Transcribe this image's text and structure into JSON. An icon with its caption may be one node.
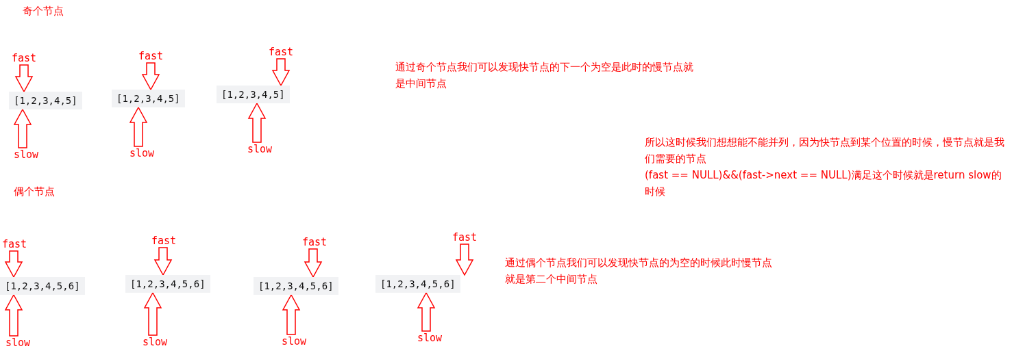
{
  "diagram": {
    "nodes": [
      {
        "text": [
          "fast"
        ]
      },
      {
        "text": [
          "[1,2,3,4,5]"
        ]
      },
      {
        "text": [
          "slow"
        ]
      },
      {
        "text": [
          "fast"
        ]
      },
      {
        "text": [
          "[1,2,3,4,5]"
        ]
      },
      {
        "text": [
          "slow"
        ]
      },
      {
        "text": [
          "fast"
        ]
      },
      {
        "text": [
          "[1,2,3,4,5]"
        ]
      },
      {
        "text": [
          "slow"
        ]
      },
      {
        "text": [
          "fast"
        ]
      },
      {
        "text": [
          "[1,2,3,4,5,6]"
        ]
      },
      {
        "text": [
          "slow"
        ]
      },
      {
        "text": [
          "fast"
        ]
      },
      {
        "text": [
          "[1,2,3,4,5,6]"
        ]
      },
      {
        "text": [
          "slow"
        ]
      },
      {
        "text": [
          "fast"
        ]
      },
      {
        "text": [
          "[1,2,3,4,5,6]"
        ]
      },
      {
        "text": [
          "slow"
        ]
      },
      {
        "text": [
          "fast"
        ]
      },
      {
        "text": [
          "[1,2,3,4,5,6]"
        ]
      },
      {
        "text": [
          "slow"
        ]
      }
    ],
    "edges": [
      {
        "from": 0,
        "to": 1,
        "arrow": "to"
      },
      {
        "from": 2,
        "to": 1,
        "arrow": "to"
      },
      {
        "from": 3,
        "to": 4,
        "arrow": "to"
      },
      {
        "from": 5,
        "to": 4,
        "arrow": "to"
      },
      {
        "from": 6,
        "to": 7,
        "arrow": "to"
      },
      {
        "from": 8,
        "to": 7,
        "arrow": "to"
      },
      {
        "from": 9,
        "to": 10,
        "arrow": "to"
      },
      {
        "from": 11,
        "to": 10,
        "arrow": "to"
      },
      {
        "from": 12,
        "to": 13,
        "arrow": "to"
      },
      {
        "from": 14,
        "to": 13,
        "arrow": "to"
      },
      {
        "from": 15,
        "to": 16,
        "arrow": "to"
      },
      {
        "from": 17,
        "to": 16,
        "arrow": "to"
      },
      {
        "from": 18,
        "to": 19,
        "arrow": "to"
      },
      {
        "from": 20,
        "to": 19,
        "arrow": "to"
      }
    ],
    "labels": [
      "奇个节点",
      "通过奇个节点我们可以发现快节点的下一个为空是此时的慢节点就是中间节点",
      "所以这时候我们想想能不能并列，因为快节点到某个位置的时候，慢节点就是我们需要的节点",
      "(fast == NULL)&&(fast->next == NULL)满足这个时候就是return slow的时候",
      "偶个节点",
      "通过偶个节点我们可以发现快节点的为空的时候此时慢节点就是第二个中间节点"
    ]
  }
}
